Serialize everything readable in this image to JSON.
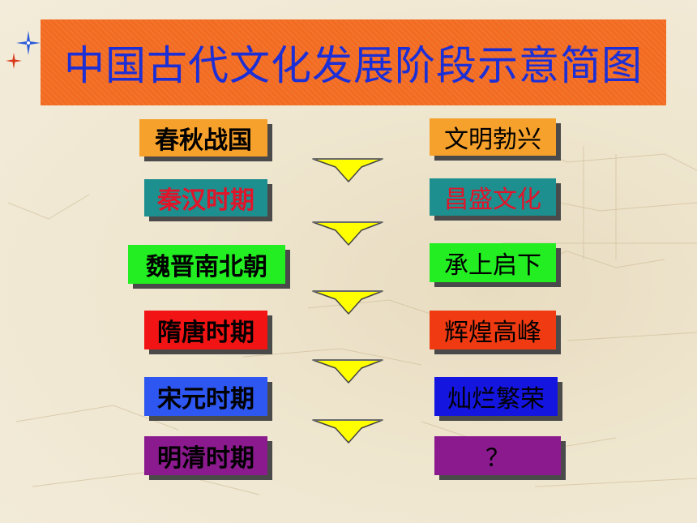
{
  "title": "中国古代文化发展阶段示意简图",
  "colors": {
    "title_bg": "#f26b21",
    "title_text": "#1c2fd6",
    "arrow_fill": "#ffff00",
    "shadow": "#4a4a4a"
  },
  "stages": [
    {
      "period": "春秋战国",
      "period_bg": "#f6a12b",
      "period_color": "#000000",
      "culture": "文明勃兴",
      "culture_bg": "#f6a12b",
      "culture_color": "#000000"
    },
    {
      "period": "秦汉时期",
      "period_bg": "#1d8f8f",
      "period_color": "#e0152a",
      "culture": "昌盛文化",
      "culture_bg": "#1d8f8f",
      "culture_color": "#e0152a"
    },
    {
      "period": "魏晋南北朝",
      "period_bg": "#22ee22",
      "period_color": "#000000",
      "culture": "承上启下",
      "culture_bg": "#22ee22",
      "culture_color": "#000000"
    },
    {
      "period": "隋唐时期",
      "period_bg": "#f21414",
      "period_color": "#000000",
      "culture": "辉煌高峰",
      "culture_bg": "#f03a12",
      "culture_color": "#000000"
    },
    {
      "period": "宋元时期",
      "period_bg": "#2e56f0",
      "period_color": "#000000",
      "culture": "灿烂繁荣",
      "culture_bg": "#1515e0",
      "culture_color": "#000000"
    },
    {
      "period": "明清时期",
      "period_bg": "#8a1a8e",
      "period_color": "#000000",
      "culture": "？",
      "culture_bg": "#8a1a8e",
      "culture_color": "#000000"
    }
  ]
}
